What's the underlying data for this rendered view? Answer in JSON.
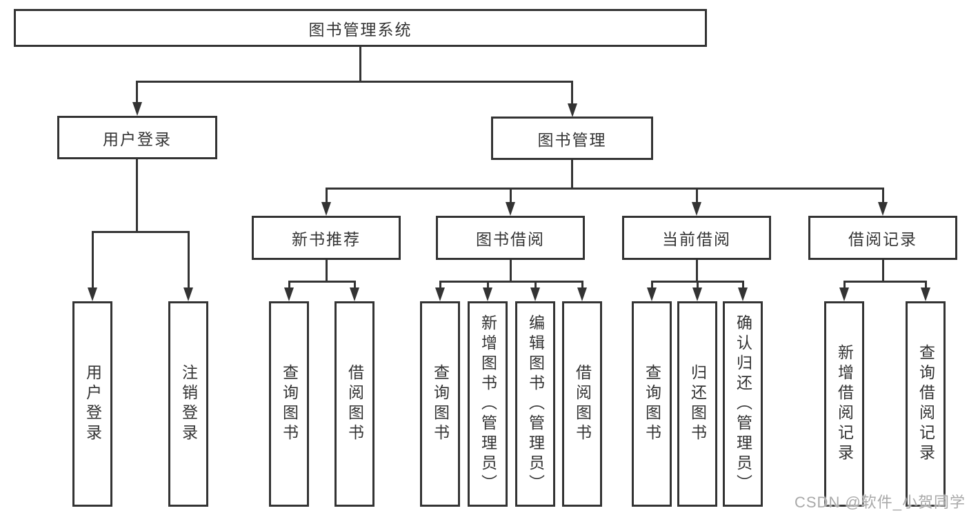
{
  "tree": {
    "root": {
      "label": "图书管理系统"
    },
    "user_login": {
      "label": "用户登录",
      "children": [
        {
          "label": "用户登录"
        },
        {
          "label": "注销登录"
        }
      ]
    },
    "book_management": {
      "label": "图书管理",
      "sections": [
        {
          "label": "新书推荐",
          "children": [
            {
              "label": "查询图书"
            },
            {
              "label": "借阅图书"
            }
          ]
        },
        {
          "label": "图书借阅",
          "children": [
            {
              "label": "查询图书"
            },
            {
              "label": "新增图书（管理员）"
            },
            {
              "label": "编辑图书（管理员）"
            },
            {
              "label": "借阅图书"
            }
          ]
        },
        {
          "label": "当前借阅",
          "children": [
            {
              "label": "查询图书"
            },
            {
              "label": "归还图书"
            },
            {
              "label": "确认归还（管理员）"
            }
          ]
        },
        {
          "label": "借阅记录",
          "children": [
            {
              "label": "新增借阅记录"
            },
            {
              "label": "查询借阅记录"
            }
          ]
        }
      ]
    }
  },
  "watermark": {
    "text": "CSDN @软件_小贺同学"
  },
  "colors": {
    "line": "#333333",
    "text": "#333333",
    "watermark": "#a9a9a9",
    "background": "#ffffff"
  }
}
